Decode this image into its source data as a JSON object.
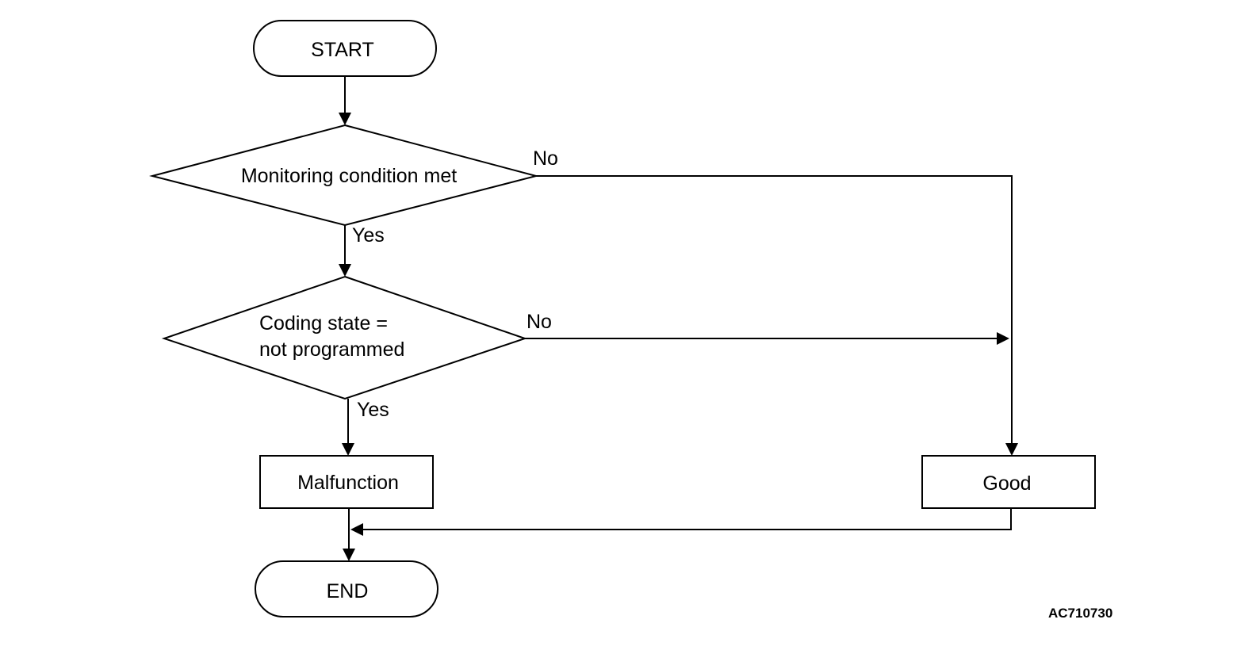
{
  "flowchart": {
    "start": "START",
    "decision_monitoring": "Monitoring condition met",
    "decision_coding_line1": "Coding state =",
    "decision_coding_line2": "not programmed",
    "malfunction": "Malfunction",
    "good": "Good",
    "end": "END",
    "yes_label": "Yes",
    "no_label": "No"
  },
  "figure_code": "AC710730"
}
